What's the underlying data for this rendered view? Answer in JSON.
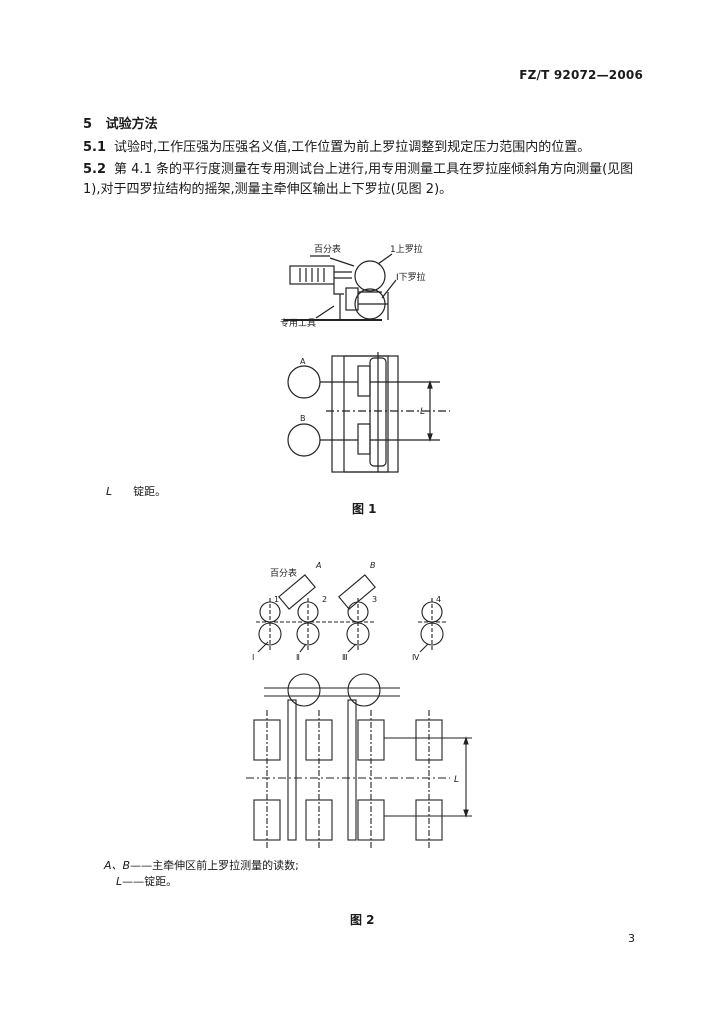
{
  "header": {
    "standard_code": "FZ/T 92072—2006"
  },
  "section": {
    "number": "5",
    "title": "试验方法"
  },
  "paragraphs": [
    {
      "number": "5.1",
      "text": "试验时,工作压强为压强名义值,工作位置为前上罗拉调整到规定压力范围内的位置。"
    },
    {
      "number": "5.2",
      "text": "第 4.1 条的平行度测量在专用测试台上进行,用专用测量工具在罗拉座倾斜角方向测量(见图 1),对于四罗拉结构的摇架,测量主牵伸区输出上下罗拉(见图 2)。"
    }
  ],
  "figure1": {
    "labels": {
      "dial_gauge": "百分表",
      "top_roller": "1上罗拉",
      "bottom_roller": "Ⅰ下罗拉",
      "special_tool": "专用工具",
      "gauge_a": "A",
      "gauge_b": "B",
      "dim_l": "L"
    },
    "legend": {
      "symbol": "L",
      "text": "锭距。"
    },
    "caption": "图 1"
  },
  "figure2": {
    "labels": {
      "dial_gauge": "百分表",
      "gauge_a": "A",
      "gauge_b": "B",
      "n1": "1",
      "n2": "2",
      "n3": "3",
      "n4": "4",
      "r1": "Ⅰ",
      "r2": "Ⅱ",
      "r3": "Ⅲ",
      "r4": "Ⅳ",
      "dim_l": "L"
    },
    "legend": [
      {
        "symbol": "A、B",
        "text": "——主牵伸区前上罗拉测量的读数;"
      },
      {
        "symbol": "L",
        "text": "——锭距。"
      }
    ],
    "caption": "图 2"
  },
  "footer": {
    "page_number": "3"
  }
}
